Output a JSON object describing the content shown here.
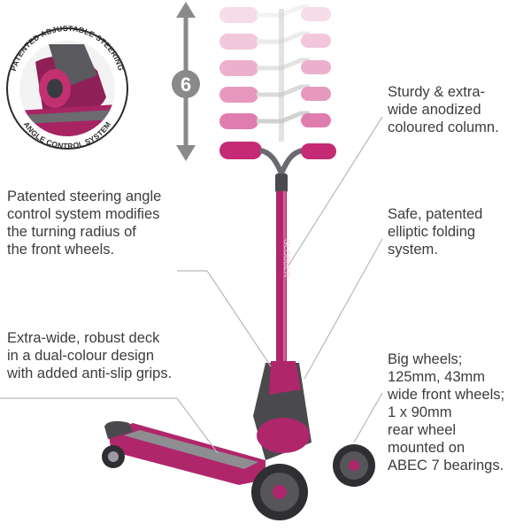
{
  "inset_badge": {
    "top_text": "PATENTED ADJUSTABLE STEERING",
    "bottom_text": "ANGLE CONTROL SYSTEM"
  },
  "height_adjust": {
    "positions": "6"
  },
  "features": {
    "column": [
      "Sturdy & extra-",
      "wide anodized",
      "coloured column."
    ],
    "steering": [
      "Patented steering angle",
      "control system modifies",
      "the turning radius of",
      "the front wheels."
    ],
    "folding": [
      "Safe, patented",
      "elliptic folding",
      "system."
    ],
    "deck": [
      "Extra-wide, robust deck",
      "in a dual-colour design",
      "with added anti-slip grips."
    ],
    "wheels": [
      "Big wheels;",
      "125mm, 43mm",
      "wide front wheels;",
      "1 x 90mm",
      "rear wheel",
      "mounted on",
      "ABEC 7 bearings."
    ]
  },
  "product": {
    "brand": "GLOBBER"
  },
  "colors": {
    "magenta": "#b0266b",
    "magenta_light": "#e07aa6",
    "dark_grey": "#4a4a4e",
    "deck_grey": "#8e8e92",
    "arrow_grey": "#8a8a8a"
  }
}
